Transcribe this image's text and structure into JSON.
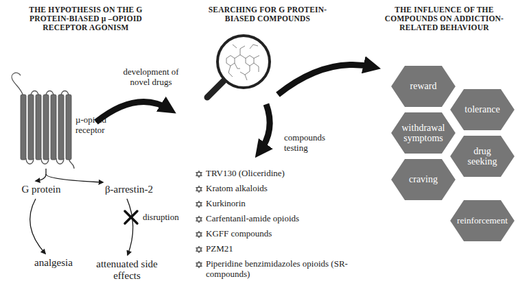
{
  "diagram": {
    "nodes": [
      {
        "text": [
          "reward"
        ]
      },
      {
        "text": [
          "tolerance"
        ]
      },
      {
        "text": [
          "withdrawal symptoms"
        ]
      },
      {
        "text": [
          "drug seeking"
        ]
      },
      {
        "text": [
          "craving"
        ]
      },
      {
        "text": [
          "reinforcement"
        ]
      }
    ],
    "labels": [
      "THE HYPOTHESIS ON THE G PROTEIN-BIASED µ –OPIOID RECEPTOR AGONISM",
      "SEARCHING FOR G PROTEIN-BIASED COMPOUNDS",
      "THE INFLUENCE OF THE COMPOUNDS ON ADDICTION-RELATED BEHAVIOUR",
      "µ-opioid receptor",
      "development of novel drugs",
      "G protein",
      "β-arrestin-2",
      "disruption",
      "analgesia",
      "attenuated side effects",
      "compounds testing",
      "TRV130 (Oliceridine)",
      "Kratom alkaloids",
      "Kurkinorin",
      "Carfentanil-amide opioids",
      "KGFF compounds",
      "PZM21",
      "Piperidine benzimidazoles opioids (SR-compounds)"
    ]
  }
}
